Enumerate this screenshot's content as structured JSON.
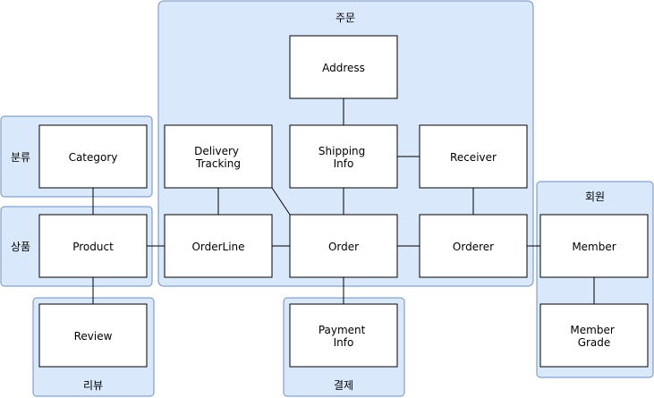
{
  "regions": {
    "order": "주문",
    "category": "분류",
    "product": "상품",
    "review": "리뷰",
    "payment": "결제",
    "member": "회원"
  },
  "entities": {
    "address": [
      "Address"
    ],
    "delivery_tracking": [
      "Delivery",
      "Tracking"
    ],
    "shipping_info": [
      "Shipping",
      "Info"
    ],
    "receiver": [
      "Receiver"
    ],
    "order_line": [
      "OrderLine"
    ],
    "order": [
      "Order"
    ],
    "orderer": [
      "Orderer"
    ],
    "category": [
      "Category"
    ],
    "product": [
      "Product"
    ],
    "review": [
      "Review"
    ],
    "payment_info": [
      "Payment",
      "Info"
    ],
    "member": [
      "Member"
    ],
    "member_grade": [
      "Member",
      "Grade"
    ]
  },
  "colors": {
    "region_fill": "#dae8fc",
    "region_stroke": "#6c8ebf",
    "entity_fill": "#ffffff",
    "entity_stroke": "#000000"
  }
}
